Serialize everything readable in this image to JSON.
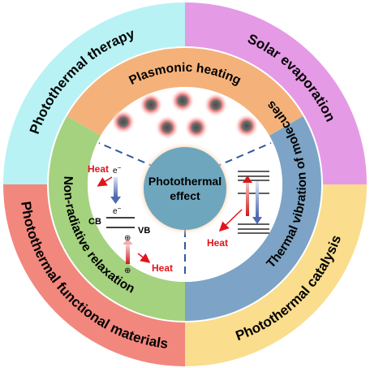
{
  "center": {
    "line1": "Photothermal",
    "line2": "effect"
  },
  "outer_ring": [
    {
      "label": "Photothermal therapy",
      "color": "#b8f2f4"
    },
    {
      "label": "Solar evaporation",
      "color": "#e59ae5"
    },
    {
      "label": "Photothermal catalysis",
      "color": "#fadd8d"
    },
    {
      "label": "Photothermal functional materials",
      "color": "#f2877e"
    }
  ],
  "middle_ring": [
    {
      "label": "Plasmonic heating",
      "color": "#f4b27a"
    },
    {
      "label": "Thermal vibration of molecules",
      "color": "#7da4c6"
    },
    {
      "label": "Non-radiative relaxation",
      "color": "#a4d27f"
    }
  ],
  "mechanisms": {
    "heat": "Heat",
    "electron": "e",
    "cb": "CB",
    "vb": "VB",
    "hole_symbol": "⊕"
  },
  "colors": {
    "center_fill": "#6ea6bd",
    "center_glow": "#f1b47a",
    "divider": "#2f5aa0",
    "heat_red": "#e0141c",
    "arrow_blue": "#5b6fb0"
  }
}
